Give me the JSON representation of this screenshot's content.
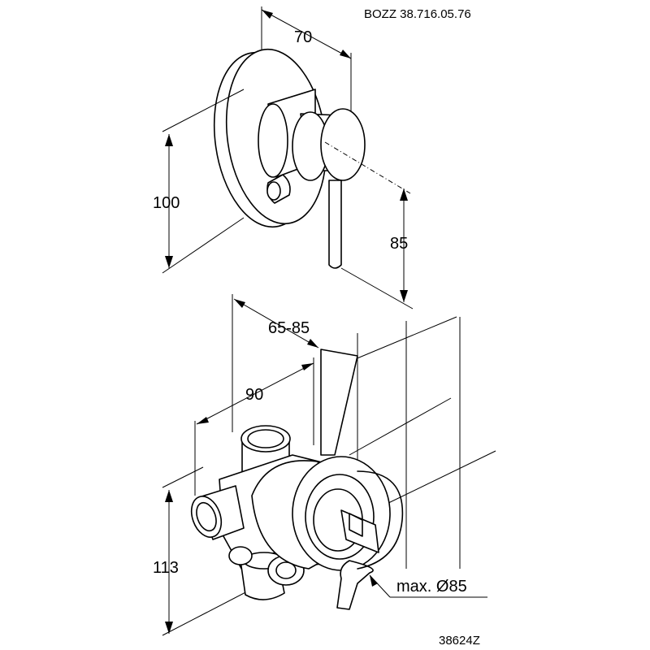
{
  "drawing": {
    "product_code": "BOZZ 38.716.05.76",
    "drawing_number": "38624Z"
  },
  "dimensions": {
    "handle_depth": "70",
    "rosette_height": "100",
    "lever_drop": "85",
    "install_depth_range": "65-85",
    "body_depth": "90",
    "body_height": "113",
    "max_diameter": "max. Ø85"
  }
}
